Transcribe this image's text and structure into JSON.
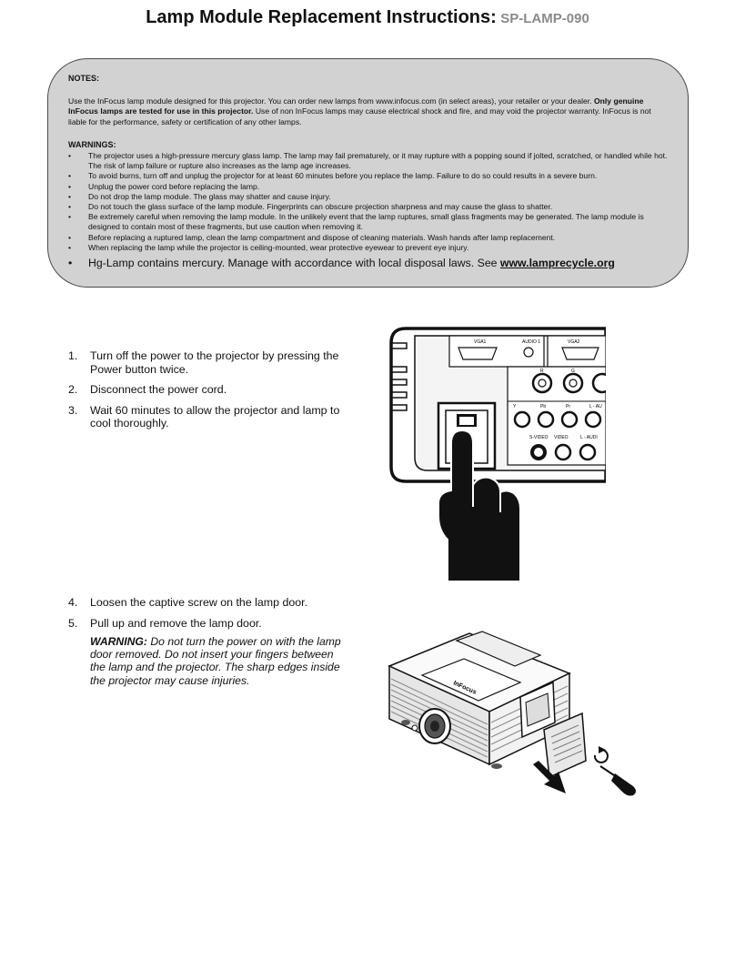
{
  "title": {
    "main": "Lamp Module Replacement Instructions:",
    "model": "SP-LAMP-090"
  },
  "notes": {
    "heading": "NOTES:",
    "body_part1": "Use the InFocus lamp module designed for this projector. You can order new lamps from www.infocus.com (in select areas), your retailer or your dealer. ",
    "body_bold": "Only genuine InFocus lamps are tested for use in this projector.",
    "body_part2": " Use of non InFocus lamps may cause electrical shock and fire, and may void the projector warranty.  InFocus is not liable for the performance, safety or certification of any other lamps.",
    "warnings_heading": "WARNINGS:",
    "bullet": "•",
    "warnings": [
      "The projector uses a high-pressure mercury glass lamp.  The lamp may fail prematurely, or it may rupture with a popping sound if jolted, scratched, or handled while hot.  The risk of lamp failure or rupture also increases as the lamp age increases.",
      "To avoid burns, turn off and unplug the projector for at least 60 minutes before you replace the lamp. Failure to do so could results in a severe burn.",
      "Unplug the power cord before replacing the lamp.",
      "Do not drop the lamp module. The glass may shatter and cause injury.",
      "Do not touch the glass surface of the lamp module. Fingerprints can obscure projection sharpness and may cause the glass to shatter.",
      "Be extremely careful when removing the lamp module. In the unlikely event that the lamp ruptures, small glass fragments may be generated. The lamp module is designed to contain most of these fragments, but use caution when removing it.",
      "Before replacing a ruptured lamp, clean the lamp compartment and dispose of cleaning materials. Wash hands after lamp replacement.",
      "When replacing the lamp while the projector is ceiling-mounted, wear protective eyewear to prevent eye injury."
    ],
    "mercury_text": "Hg-Lamp contains mercury. Manage with accordance with local disposal laws. See ",
    "mercury_link": "www.lamprecycle.org"
  },
  "steps_group1": [
    {
      "num": "1.",
      "text": "Turn off the power to the projector by pressing the Power button twice."
    },
    {
      "num": "2.",
      "text": "Disconnect the power cord."
    },
    {
      "num": "3.",
      "text": "Wait 60 minutes to allow the projector and lamp to cool thoroughly."
    }
  ],
  "steps_group2": [
    {
      "num": "4.",
      "text": "Loosen the captive screw on the lamp door."
    },
    {
      "num": "5.",
      "text": "Pull up and remove the lamp door."
    }
  ],
  "warning_label": "WARNING:",
  "warning_text": " Do not turn the power on with the lamp door removed. Do not insert your fingers between the lamp and the projector. The sharp edges inside the projector may cause injuries.",
  "figure1": {
    "labels": {
      "vga1": "VGA1",
      "audio1": "AUDIO 1",
      "vga2": "VGA2",
      "r": "R",
      "g": "G",
      "y": "Y",
      "pb": "Pb",
      "pr": "Pr",
      "l_au": "L - AU",
      "svideo": "S-VIDEO",
      "video": "VIDEO",
      "l_audi": "L - AUDI"
    }
  },
  "figure2": {
    "brand": "InFocus"
  }
}
